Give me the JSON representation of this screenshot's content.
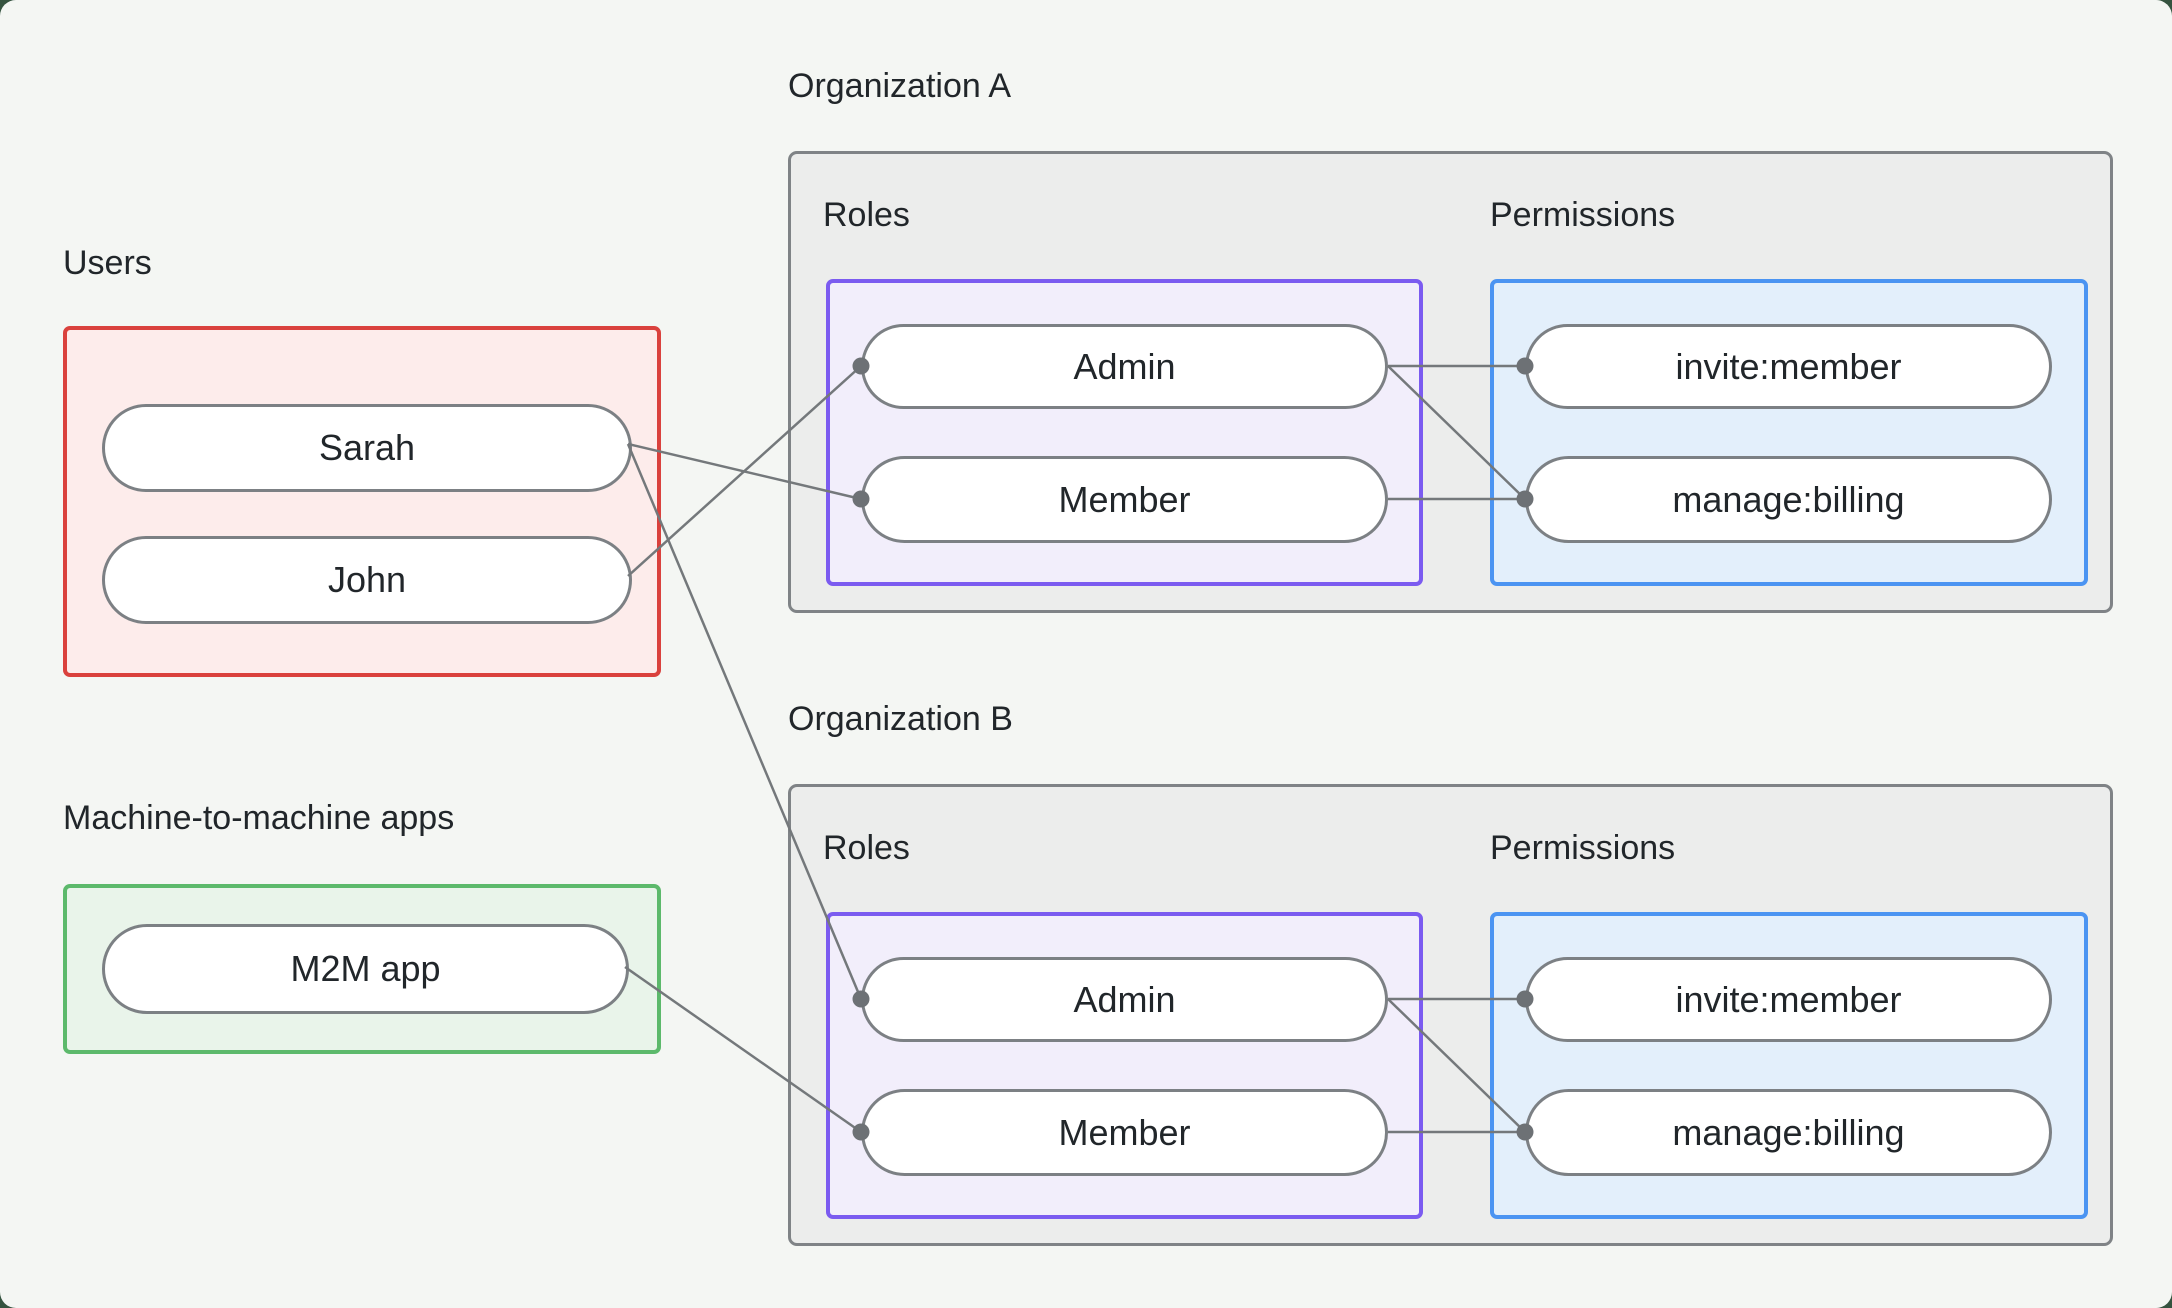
{
  "page": {
    "background": "#f4f6f3",
    "backdrop": "#35533f"
  },
  "palette": {
    "text": "#21262a",
    "node_fill": "#ffffff",
    "node_border": "#7c8084",
    "edge_line": "#74787b",
    "edge_dot": "#6d7175",
    "users_border": "#da413d",
    "users_fill": "#fdeceb",
    "m2m_border": "#5cb96b",
    "m2m_fill": "#e9f4ea",
    "org_border": "#7f8386",
    "org_fill": "#ecedec",
    "roles_border": "#7b5bf0",
    "roles_fill": "#f2eefb",
    "permissions_border": "#4b94f2",
    "permissions_fill": "#e3effb"
  },
  "users_group": {
    "label": "Users",
    "nodes": [
      {
        "id": "sarah",
        "label": "Sarah"
      },
      {
        "id": "john",
        "label": "John"
      }
    ]
  },
  "m2m_group": {
    "label": "Machine-to-machine apps",
    "nodes": [
      {
        "id": "m2m_app",
        "label": "M2M app"
      }
    ]
  },
  "orgs": [
    {
      "id": "org_a",
      "label": "Organization A",
      "roles_label": "Roles",
      "permissions_label": "Permissions",
      "roles": [
        {
          "id": "org_a.admin",
          "label": "Admin"
        },
        {
          "id": "org_a.member",
          "label": "Member"
        }
      ],
      "permissions": [
        {
          "id": "org_a.invite_member",
          "label": "invite:member"
        },
        {
          "id": "org_a.manage_billing",
          "label": "manage:billing"
        }
      ]
    },
    {
      "id": "org_b",
      "label": "Organization B",
      "roles_label": "Roles",
      "permissions_label": "Permissions",
      "roles": [
        {
          "id": "org_b.admin",
          "label": "Admin"
        },
        {
          "id": "org_b.member",
          "label": "Member"
        }
      ],
      "permissions": [
        {
          "id": "org_b.invite_member",
          "label": "invite:member"
        },
        {
          "id": "org_b.manage_billing",
          "label": "manage:billing"
        }
      ]
    }
  ],
  "edges": [
    {
      "from": "sarah",
      "to": "org_a.member"
    },
    {
      "from": "john",
      "to": "org_a.admin"
    },
    {
      "from": "sarah",
      "to": "org_b.admin"
    },
    {
      "from": "m2m_app",
      "to": "org_b.member"
    },
    {
      "from": "org_a.admin",
      "to": "org_a.invite_member"
    },
    {
      "from": "org_a.admin",
      "to": "org_a.manage_billing"
    },
    {
      "from": "org_a.member",
      "to": "org_a.manage_billing"
    },
    {
      "from": "org_b.admin",
      "to": "org_b.invite_member"
    },
    {
      "from": "org_b.admin",
      "to": "org_b.manage_billing"
    },
    {
      "from": "org_b.member",
      "to": "org_b.manage_billing"
    }
  ]
}
